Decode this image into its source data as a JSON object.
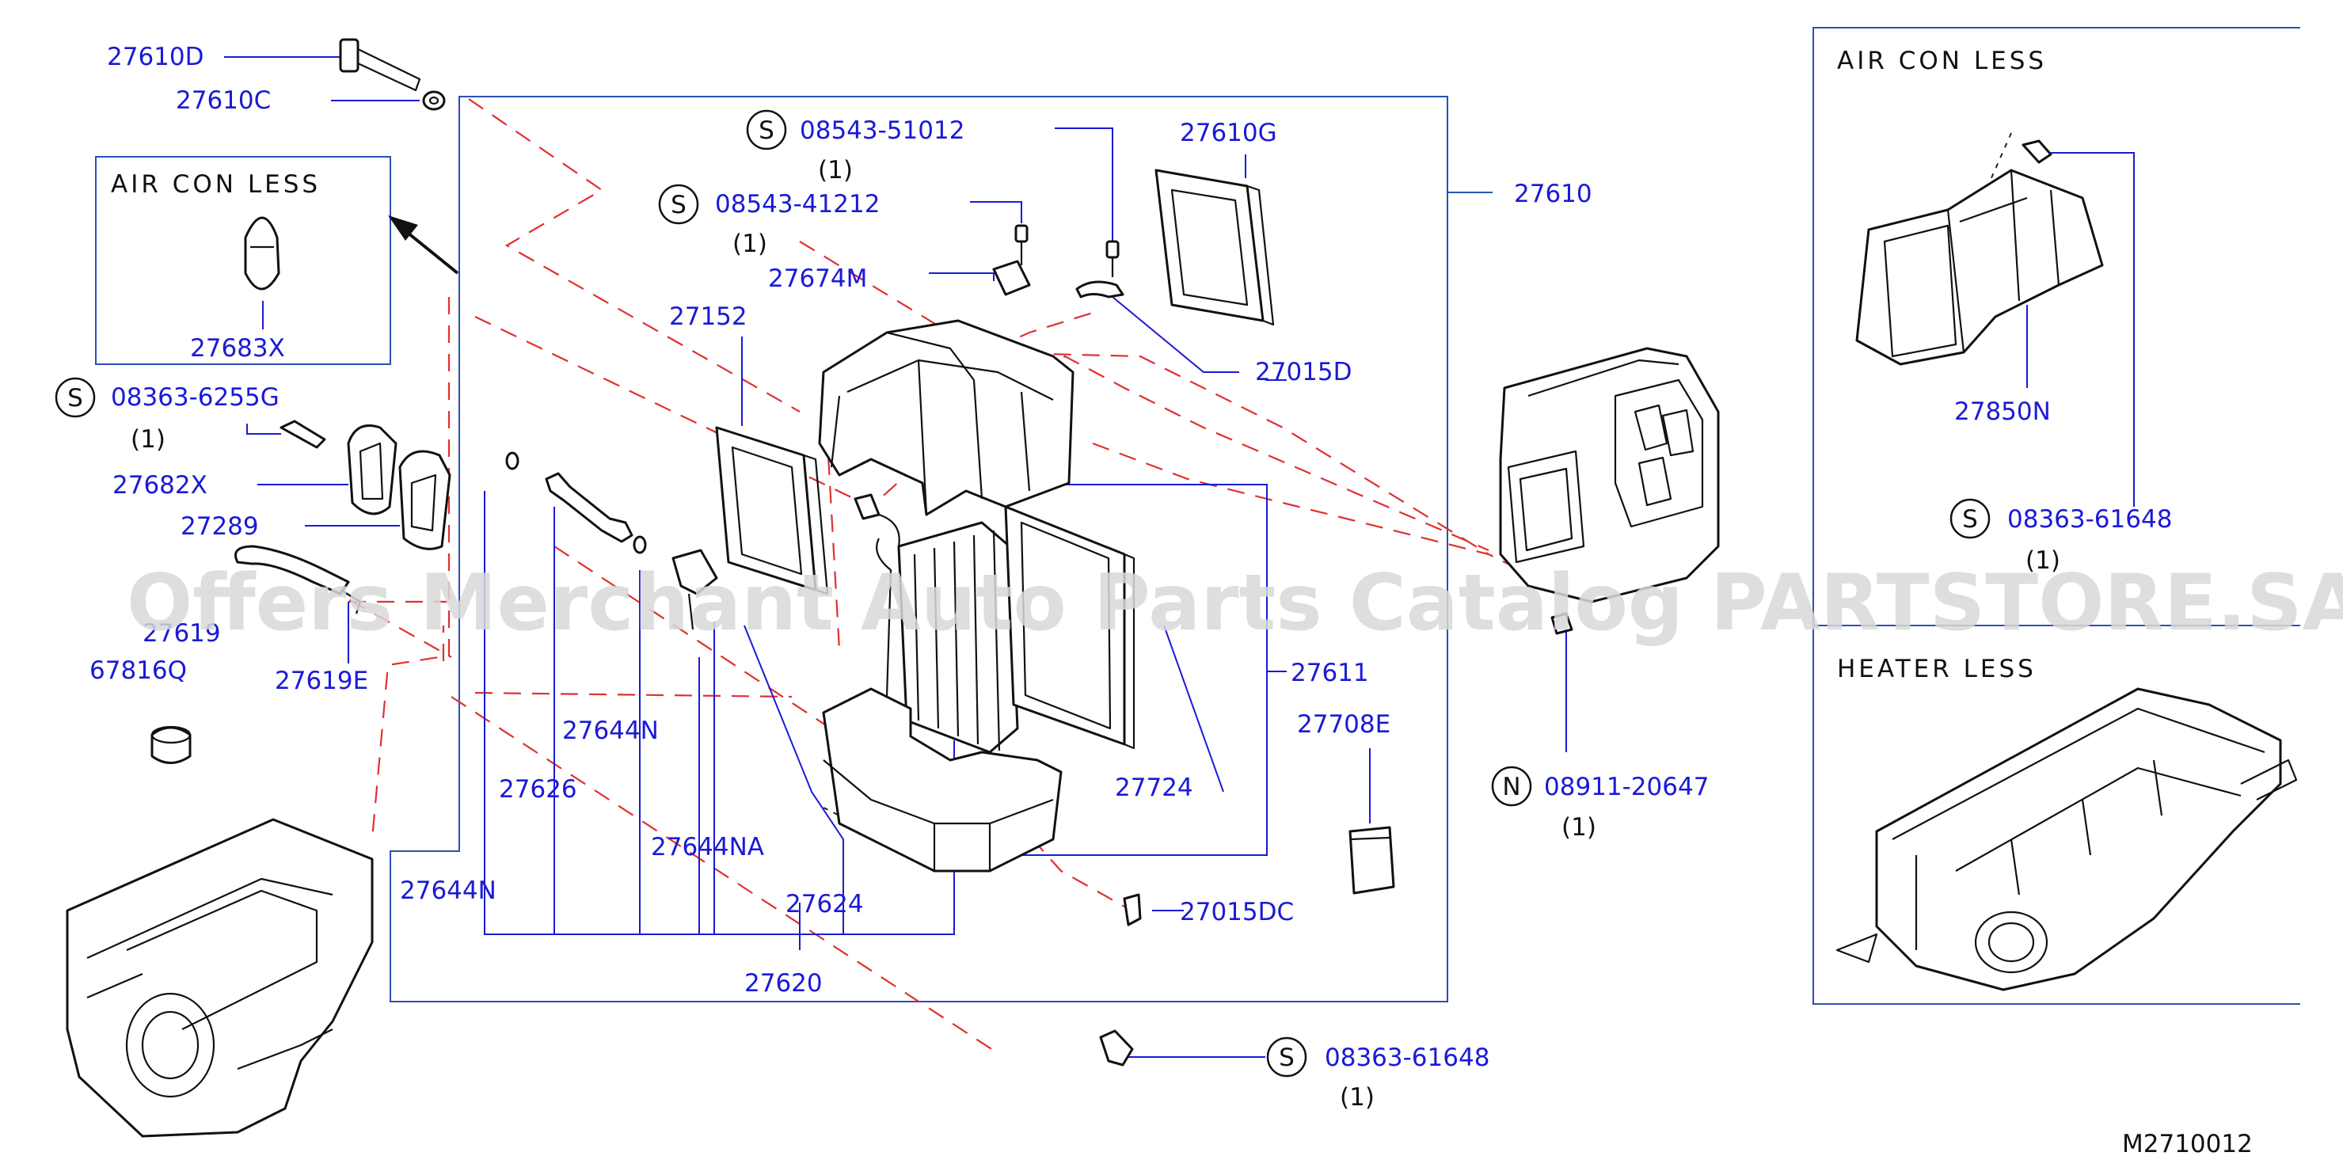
{
  "watermark": "Offers Merchant Auto Parts Catalog PARTSTORE.SA",
  "diagram_code": "M2710012",
  "insets": {
    "top_left_title": "AIR  CON  LESS",
    "top_right_title": "AIR  CON  LESS",
    "bottom_right_title": "HEATER  LESS"
  },
  "qty": "(1)",
  "symbols": {
    "s": "S",
    "n": "N"
  },
  "parts": {
    "p27610D": "27610D",
    "p27610C": "27610C",
    "p27683X": "27683X",
    "p08363_6255G": "08363-6255G",
    "p27682X": "27682X",
    "p27289": "27289",
    "p27619": "27619",
    "p27619E": "27619E",
    "p67816Q": "67816Q",
    "p08543_51012": "08543-51012",
    "p08543_41212": "08543-41212",
    "p27674M": "27674M",
    "p27152": "27152",
    "p27610G": "27610G",
    "p27610": "27610",
    "p27015D": "27015D",
    "p27644N_a": "27644N",
    "p27626": "27626",
    "p27644NA": "27644NA",
    "p27644N_b": "27644N",
    "p27624": "27624",
    "p27620": "27620",
    "p27724": "27724",
    "p27611": "27611",
    "p27708E": "27708E",
    "p27015DC": "27015DC",
    "p08911_20647": "08911-20647",
    "p08363_61648_a": "08363-61648",
    "p08363_61648_b": "08363-61648",
    "p27850N": "27850N"
  }
}
